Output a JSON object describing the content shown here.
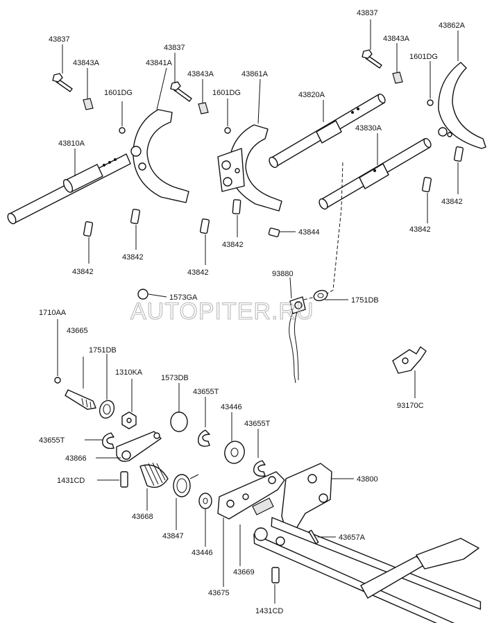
{
  "watermark": "AUTOPITER.RU",
  "labels": {
    "l43837a": "43837",
    "l43843aa": "43843A",
    "l43841a": "43841A",
    "l43837b": "43837",
    "l43843ab": "43843A",
    "l1601dga": "1601DG",
    "l43861a": "43861A",
    "l1601dgb": "1601DG",
    "l43837c": "43837",
    "l43843ac": "43843A",
    "l1601dgc": "1601DG",
    "l43862a": "43862A",
    "l43820a": "43820A",
    "l43810a": "43810A",
    "l43830a": "43830A",
    "l43842a": "43842",
    "l43842b": "43842",
    "l43842c": "43842",
    "l43842d": "43842",
    "l43842e": "43842",
    "l43842f": "43842",
    "l43844": "43844",
    "l93880": "93880",
    "l1573ga": "1573GA",
    "l1751dba": "1751DB",
    "l1710aa": "1710AA",
    "l43665": "43665",
    "l1751dbb": "1751DB",
    "l1310ka": "1310KA",
    "l1573db": "1573DB",
    "l43655ta": "43655T",
    "l43446a": "43446",
    "l43655tb": "43655T",
    "l43655tc": "43655T",
    "l43866": "43866",
    "l1431cda": "1431CD",
    "l43668": "43668",
    "l43847": "43847",
    "l43446b": "43446",
    "l43675": "43675",
    "l43669": "43669",
    "l43800": "43800",
    "l43657a": "43657A",
    "l1431cdb": "1431CD",
    "l93170c": "93170C"
  }
}
